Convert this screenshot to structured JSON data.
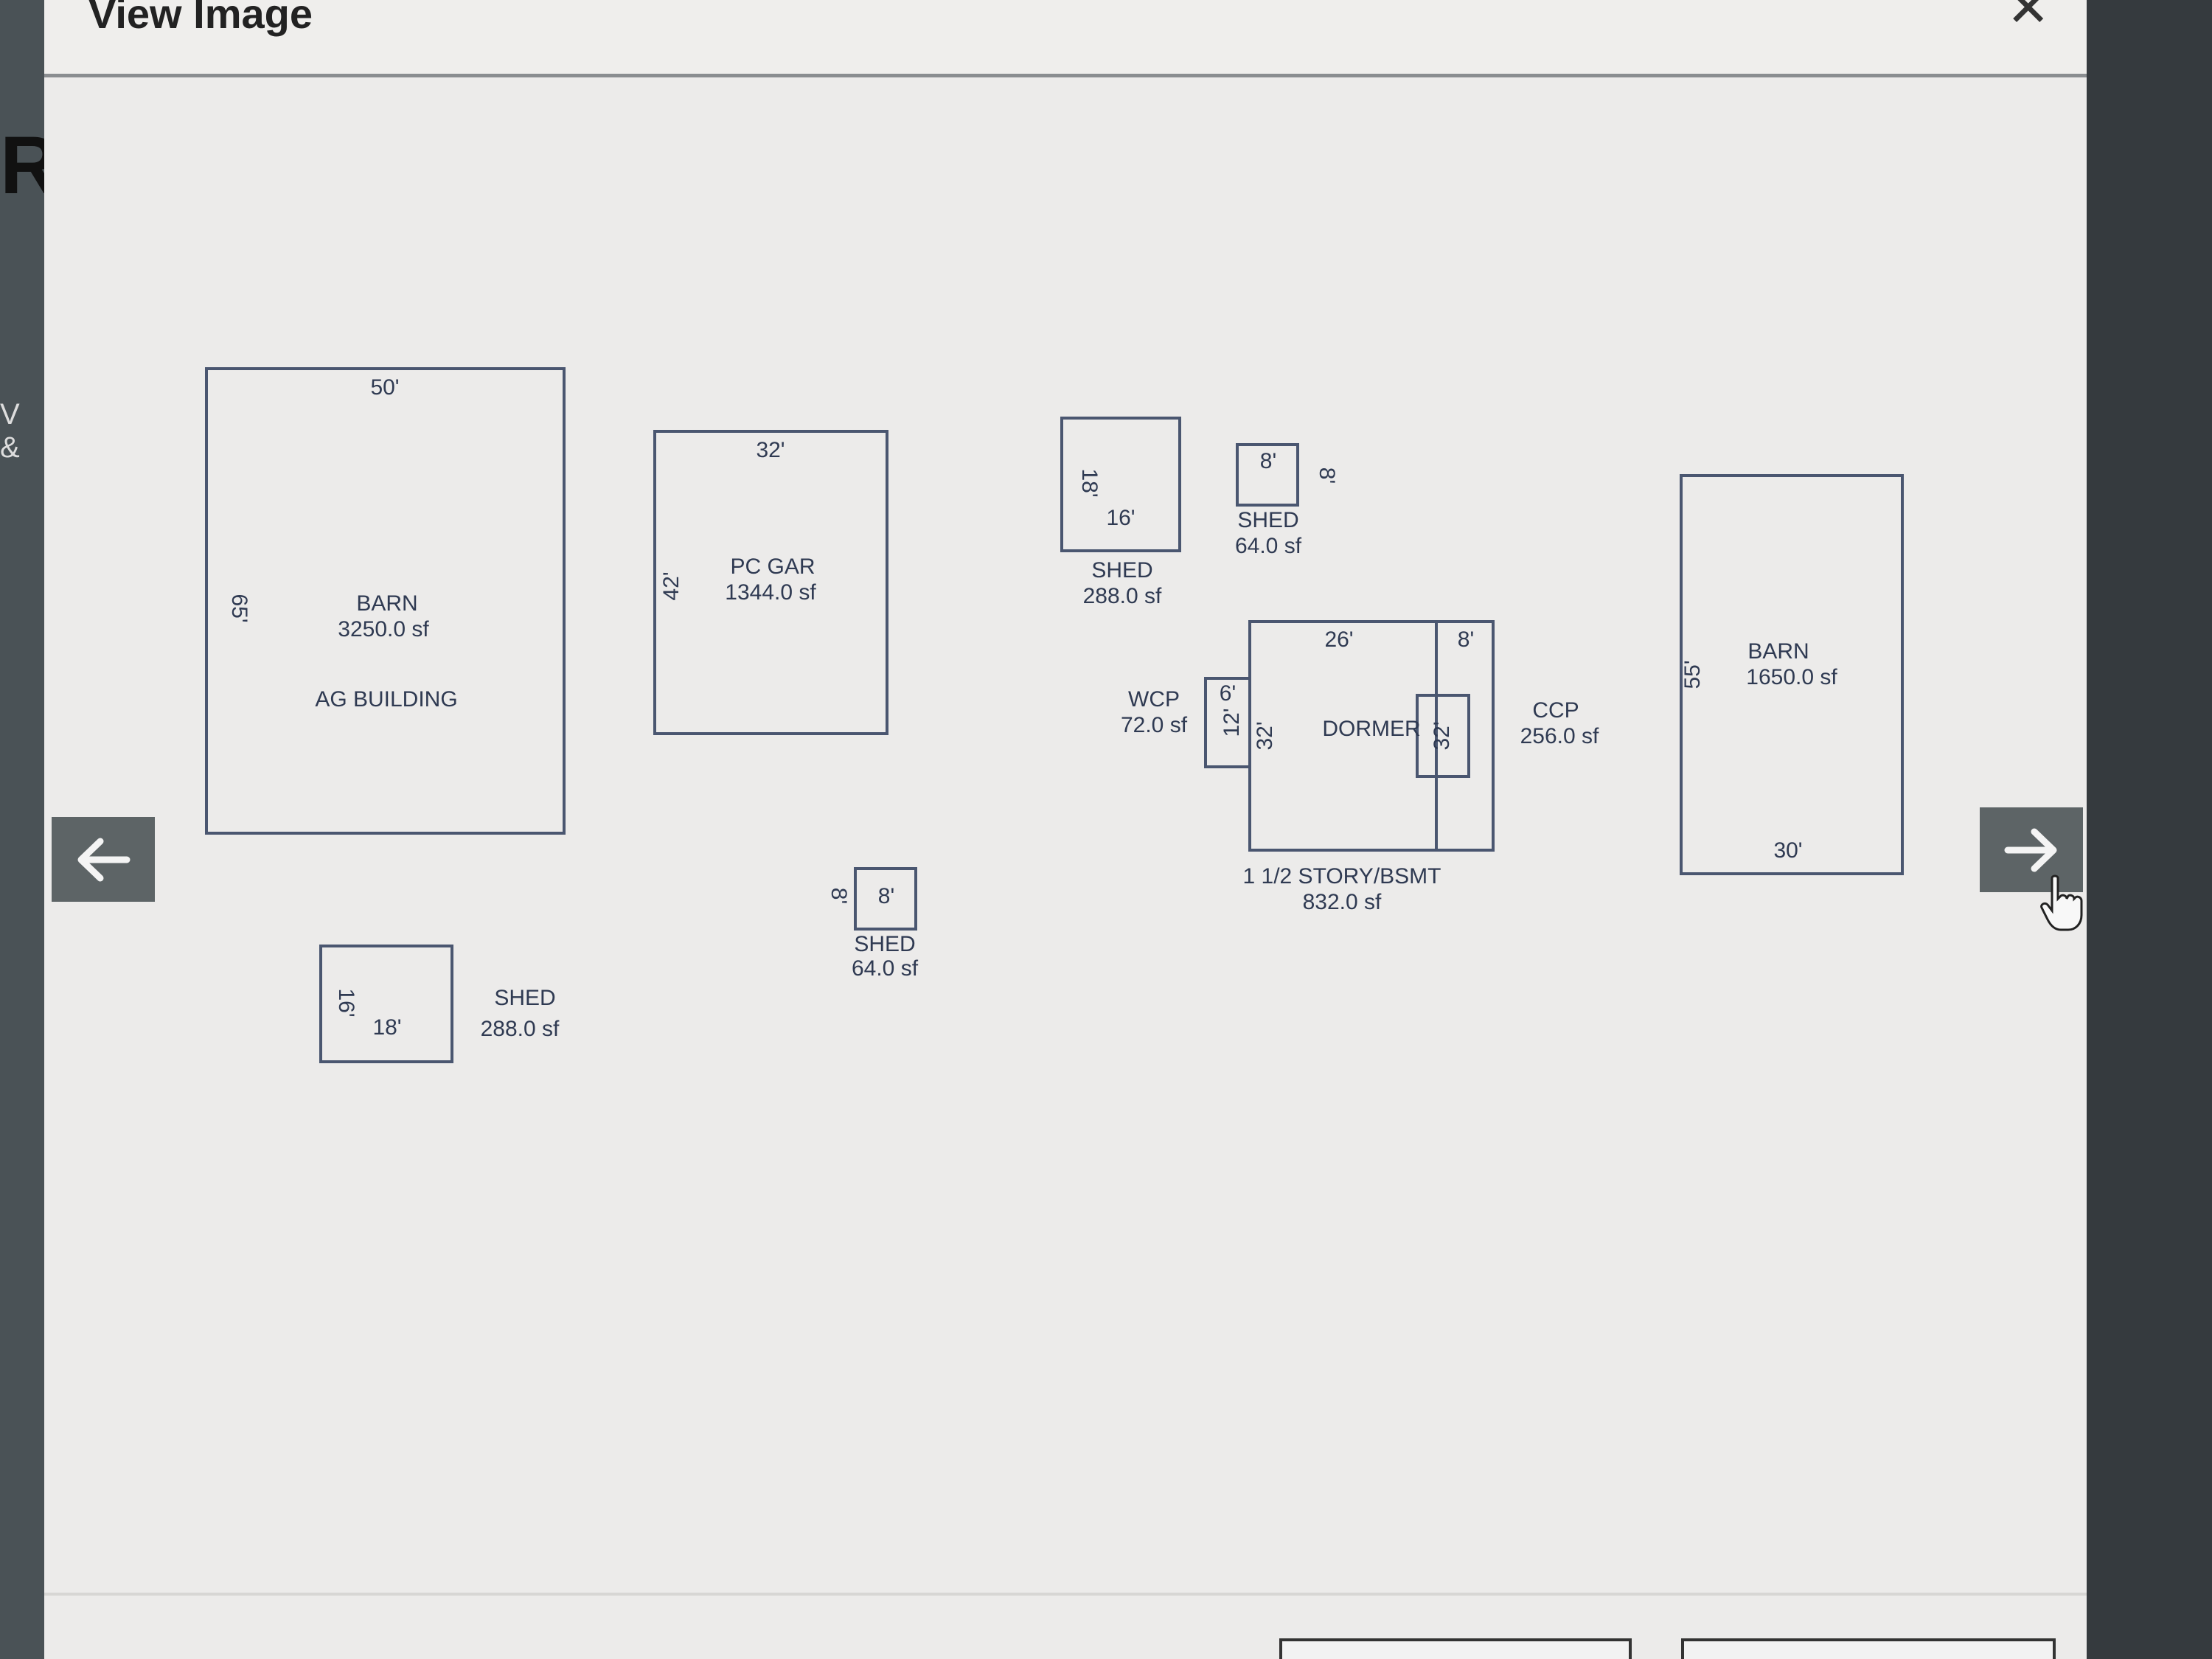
{
  "page": {
    "left_fragment": "R",
    "left_fragment_2": "V &"
  },
  "modal": {
    "title": "View Image"
  },
  "sketch": {
    "tiny_caption": "",
    "structures": [
      {
        "id": "barn-1",
        "name": "BARN",
        "area": "3250.0 sf",
        "note": "AG BUILDING",
        "dim_top": "50'",
        "dim_side": "65'"
      },
      {
        "id": "pc-gar",
        "name": "PC GAR",
        "area": "1344.0 sf",
        "dim_top": "32'",
        "dim_side": "42'"
      },
      {
        "id": "shed-a",
        "name": "SHED",
        "area": "288.0 sf",
        "dim_inner": "16'",
        "dim_side": "18'"
      },
      {
        "id": "shed-b",
        "name": "SHED",
        "area": "64.0 sf",
        "dim_inner": "8'",
        "dim_side": "8'"
      },
      {
        "id": "barn-2",
        "name": "BARN",
        "area": "1650.0 sf",
        "dim_bottom": "30'",
        "dim_side": "55'"
      },
      {
        "id": "shed-c",
        "name": "SHED",
        "area": "64.0 sf",
        "dim_inner": "8'",
        "dim_side": "8'"
      },
      {
        "id": "shed-d",
        "name": "SHED",
        "area": "288.0 sf",
        "dim_inner": "18'",
        "dim_side": "16'"
      },
      {
        "id": "house",
        "name": "1 1/2 STORY/BSMT",
        "area": "832.0 sf",
        "dim_top": "26'",
        "dim_top2": "8'",
        "dim_side": "32'",
        "dim_side2": "32'",
        "inner": "DORMER"
      },
      {
        "id": "wcp",
        "name": "WCP",
        "area": "72.0 sf",
        "dim_top": "6'",
        "dim_side": "12'"
      },
      {
        "id": "ccp",
        "name": "CCP",
        "area": "256.0 sf"
      }
    ]
  }
}
